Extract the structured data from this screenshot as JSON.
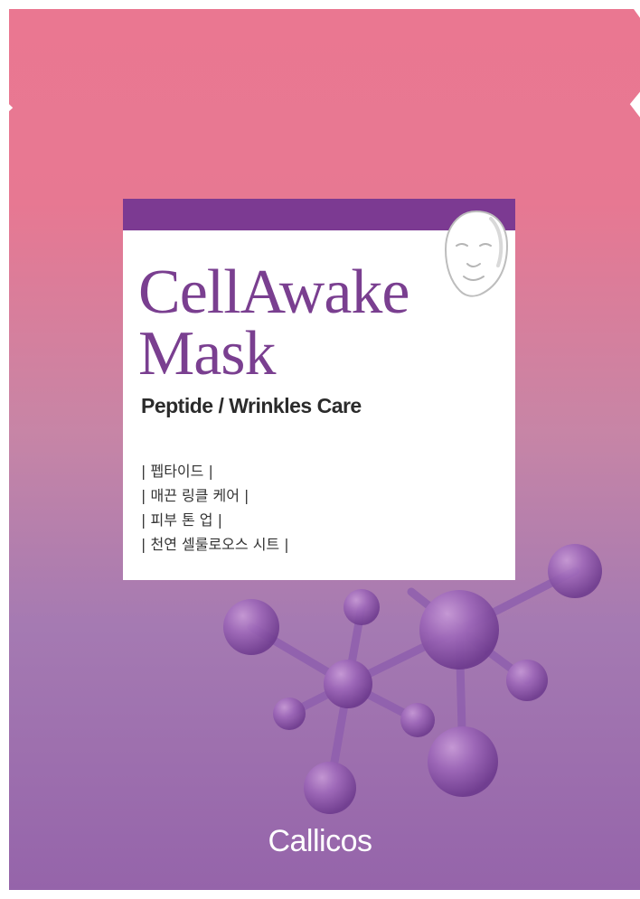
{
  "product": {
    "title_line1": "CellAwake",
    "title_line2": "Mask",
    "subtitle": "Peptide / Wrinkles Care",
    "benefits": [
      "| 펩타이드 |",
      "| 매끈 링클 케어 |",
      "| 피부 톤 업 |",
      "| 천연 셀룰로오스 시트 |"
    ],
    "brand": "Callicos"
  },
  "colors": {
    "pouch_top": "#ea7791",
    "pouch_bottom": "#9564aa",
    "accent_purple": "#7c3a92",
    "title_purple": "#7a3f90",
    "molecule_purple": "#8a55a8"
  },
  "icons": {
    "face_mask": "face-mask-icon",
    "molecule": "molecule-illustration"
  }
}
